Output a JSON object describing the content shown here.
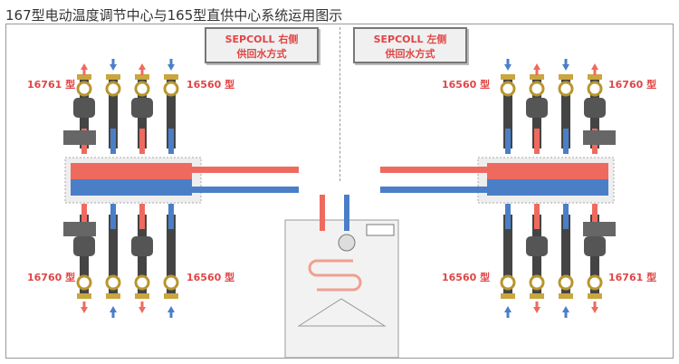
{
  "title": "167型电动温度调节中心与165型直供中心系统运用图示",
  "left_box": {
    "line1": "SEPCOLL 右侧",
    "line2": "供回水方式"
  },
  "right_box": {
    "line1": "SEPCOLL 左侧",
    "line2": "供回水方式"
  },
  "labels": {
    "left_top_a": "16761 型",
    "left_top_b": "16560 型",
    "left_bottom_a": "16760 型",
    "left_bottom_b": "16560 型",
    "right_top_a": "16560 型",
    "right_top_b": "16760 型",
    "right_bottom_a": "16560 型",
    "right_bottom_b": "16761 型"
  },
  "colors": {
    "supply": "#ef6a5e",
    "return": "#4a7fc8",
    "pipe": "#444444",
    "label": "#e04545"
  }
}
